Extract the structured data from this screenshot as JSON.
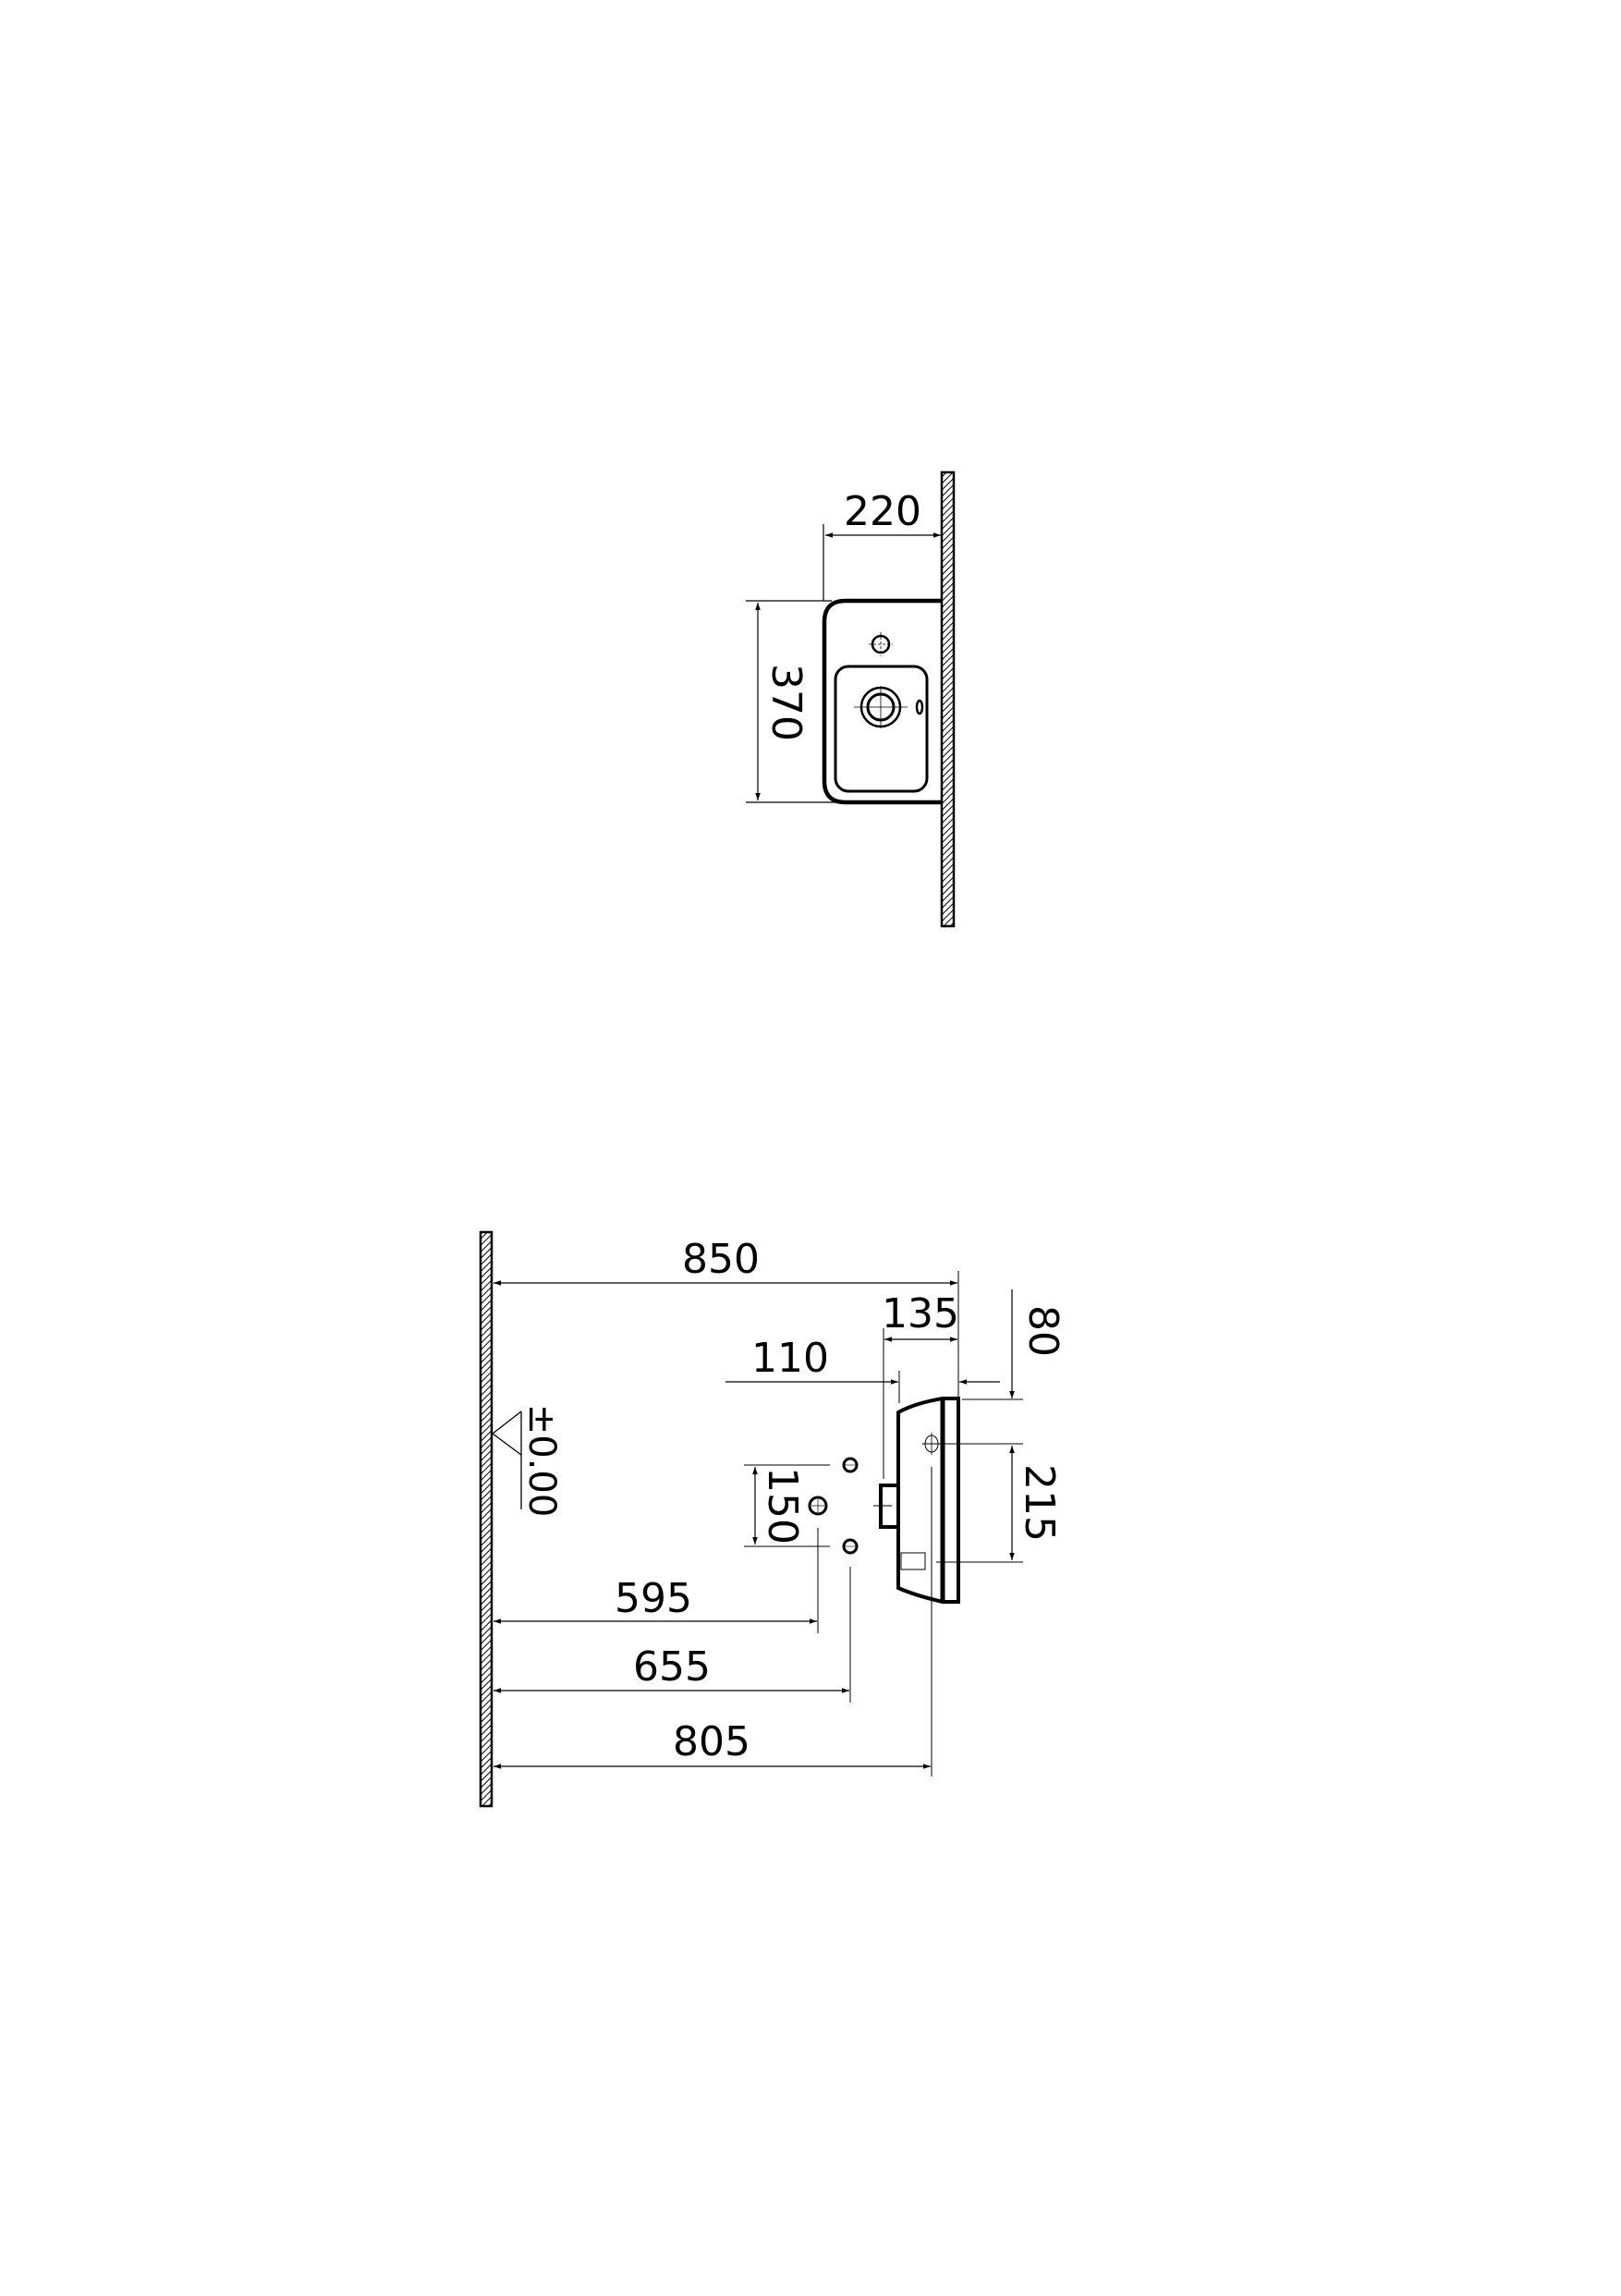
{
  "drawing": {
    "units": "mm",
    "line_color": "#000000",
    "background": "#ffffff"
  },
  "top_view": {
    "name": "plan view of wall-hung basin",
    "dimensions": {
      "projection": "220",
      "width": "370"
    }
  },
  "side_view": {
    "name": "side elevation installation",
    "datum_label": "±0.00",
    "dimensions": {
      "rim_height": "850",
      "basin_depth": "135",
      "waste_offset": "110",
      "rim_to_tap_hole": "80",
      "fixing_spacing": "215",
      "supply_spacing": "150",
      "lower_supply_height": "595",
      "waste_height": "655",
      "fixing_height": "805"
    }
  }
}
